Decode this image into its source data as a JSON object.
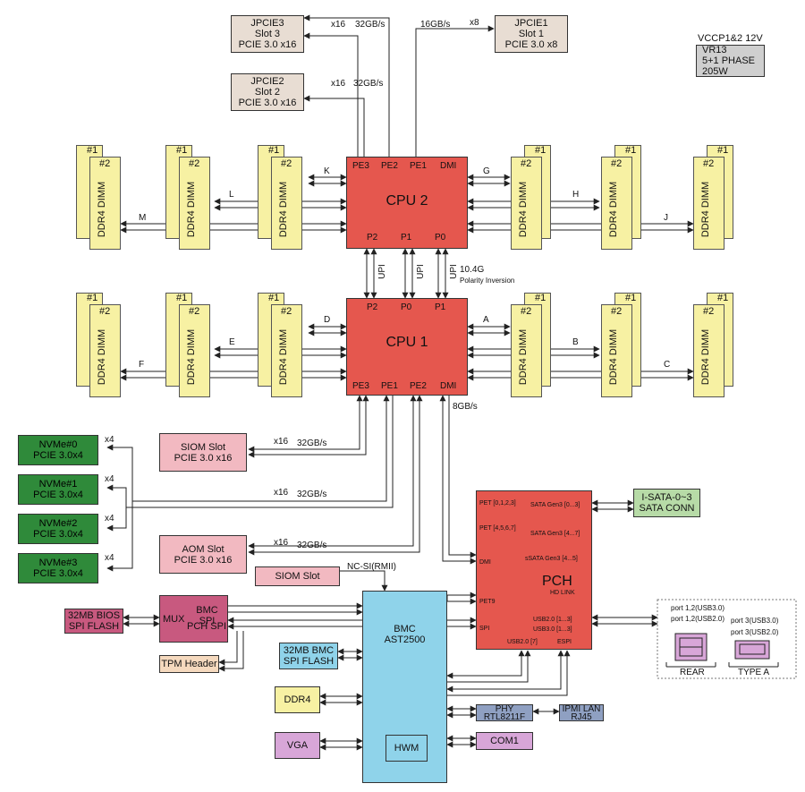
{
  "vr": {
    "line1": "VCCP1&2 12V",
    "line2": "VR13",
    "line3": "5+1 PHASE",
    "line4": "205W"
  },
  "slots": {
    "jpcie3": [
      "JPCIE3",
      "Slot 3",
      "PCIE 3.0 x16"
    ],
    "jpcie2": [
      "JPCIE2",
      "Slot 2",
      "PCIE 3.0 x16"
    ],
    "jpcie1": [
      "JPCIE1",
      "Slot 1",
      "PCIE 3.0 x8"
    ]
  },
  "link_labels": {
    "x16": "x16",
    "x8": "x8",
    "x4": "x4",
    "bw32": "32GB/s",
    "bw16": "16GB/s",
    "bw8": "8GB/s",
    "upi": "UPI",
    "upi_speed": "10.4G",
    "polarity": "Polarity Inversion",
    "ncsi": "NC-SI(RMII)"
  },
  "cpu2": {
    "title": "CPU 2",
    "pe3": "PE3",
    "pe2": "PE2",
    "pe1": "PE1",
    "dmi": "DMI",
    "p2": "P2",
    "p1": "P1",
    "p0": "P0"
  },
  "cpu1": {
    "title": "CPU 1",
    "pe3": "PE3",
    "pe1": "PE1",
    "pe2": "PE2",
    "dmi": "DMI",
    "p2": "P2",
    "p0": "P0",
    "p1": "P1"
  },
  "dimm": {
    "slot1": "#1",
    "slot2": "#2",
    "type": "DDR4 DIMM"
  },
  "channels": {
    "a": "A",
    "b": "B",
    "c": "C",
    "d": "D",
    "e": "E",
    "f": "F",
    "g": "G",
    "h": "H",
    "j": "J",
    "k": "K",
    "l": "L",
    "m": "M"
  },
  "nvme": [
    {
      "name": "NVMe#0",
      "spec": "PCIE 3.0x4"
    },
    {
      "name": "NVMe#1",
      "spec": "PCIE 3.0x4"
    },
    {
      "name": "NVMe#2",
      "spec": "PCIE 3.0x4"
    },
    {
      "name": "NVMe#3",
      "spec": "PCIE 3.0x4"
    }
  ],
  "siom_slot": {
    "line1": "SIOM Slot",
    "line2": "PCIE 3.0 x16"
  },
  "aom_slot": {
    "line1": "AOM Slot",
    "line2": "PCIE 3.0 x16"
  },
  "siom_small": "SIOM Slot",
  "pch": {
    "title": "PCH",
    "pet0123": "PET [0,1,2,3]",
    "pet4567": "PET [4,5,6,7]",
    "dmi": "DMI",
    "pet9": "PET9",
    "spi": "SPI",
    "sata03": "SATA Gen3 [0...3]",
    "sata47": "SATA Gen3 [4...7]",
    "ssata": "sSATA Gen3 [4...5]",
    "hdlink": "HD LINK",
    "usb2_13": "USB2.0 [1...3]",
    "usb3_13": "USB3.0 [1...3]",
    "usb2_7": "USB2.0 [7]",
    "espi": "ESPI"
  },
  "isata": {
    "line1": "I-SATA-0~3",
    "line2": "SATA CONN"
  },
  "usb": {
    "port12_usb3": "port 1,2(USB3.0)",
    "port12_usb2": "port 1,2(USB2.0)",
    "port3_usb3": "port 3(USB3.0)",
    "port3_usb2": "port 3(USB2.0)",
    "rear": "REAR",
    "typea": "TYPE A"
  },
  "bmc": {
    "line1": "BMC",
    "line2": "AST2500",
    "hwm": "HWM"
  },
  "mux": {
    "mux": "MUX",
    "bmc_spi": "BMC SPI",
    "pch_spi": "PCH SPI"
  },
  "bios": {
    "line1": "32MB BIOS",
    "line2": "SPI FLASH"
  },
  "tpm": "TPM Header",
  "bmc_flash": {
    "line1": "32MB BMC",
    "line2": "SPI FLASH"
  },
  "ddr4": "DDR4",
  "vga": "VGA",
  "phy": {
    "line1": "PHY",
    "line2": "RTL8211F"
  },
  "ipmi": {
    "line1": "IPMI LAN",
    "line2": "RJ45"
  },
  "com1": "COM1"
}
